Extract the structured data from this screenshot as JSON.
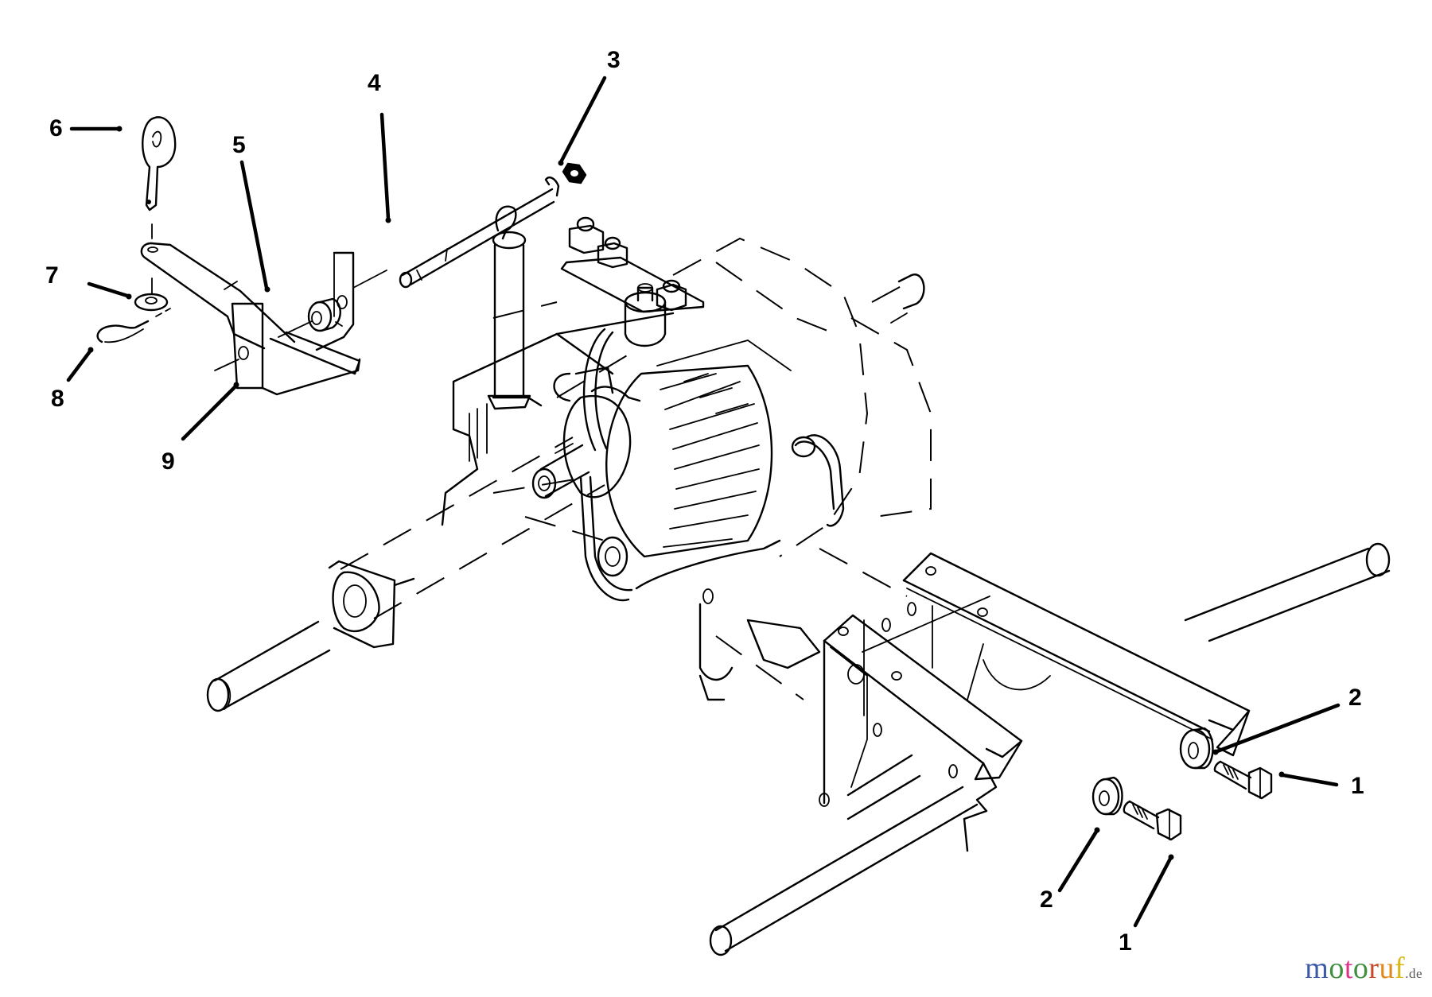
{
  "diagram": {
    "type": "exploded-parts-diagram",
    "subject": "Hydrostatic transmission with shift lever bracket, frame and axle mounting",
    "callouts": [
      {
        "id": "c6",
        "label": "6",
        "part": "Hitch pin / clevis pin with ring"
      },
      {
        "id": "c5",
        "label": "5",
        "part": "Bushing / spacer"
      },
      {
        "id": "c4",
        "label": "4",
        "part": "Control rod"
      },
      {
        "id": "c3",
        "label": "3",
        "part": "Nut"
      },
      {
        "id": "c7",
        "label": "7",
        "part": "Washer"
      },
      {
        "id": "c8",
        "label": "8",
        "part": "Hairpin cotter"
      },
      {
        "id": "c9",
        "label": "9",
        "part": "Shift bracket"
      },
      {
        "id": "c2a",
        "label": "2",
        "part": "Washer (upper)"
      },
      {
        "id": "c1a",
        "label": "1",
        "part": "Bolt (upper)"
      },
      {
        "id": "c2b",
        "label": "2",
        "part": "Washer (lower)"
      },
      {
        "id": "c1b",
        "label": "1",
        "part": "Bolt (lower)"
      }
    ]
  },
  "watermark": {
    "letters": [
      {
        "ch": "m",
        "color": "#3b5ba8"
      },
      {
        "ch": "o",
        "color": "#3f8f3f"
      },
      {
        "ch": "t",
        "color": "#d9368a"
      },
      {
        "ch": "o",
        "color": "#3f8f3f"
      },
      {
        "ch": "r",
        "color": "#c94a2a"
      },
      {
        "ch": "u",
        "color": "#e08a1e"
      },
      {
        "ch": "f",
        "color": "#d9b818"
      }
    ],
    "tld": ".de"
  }
}
